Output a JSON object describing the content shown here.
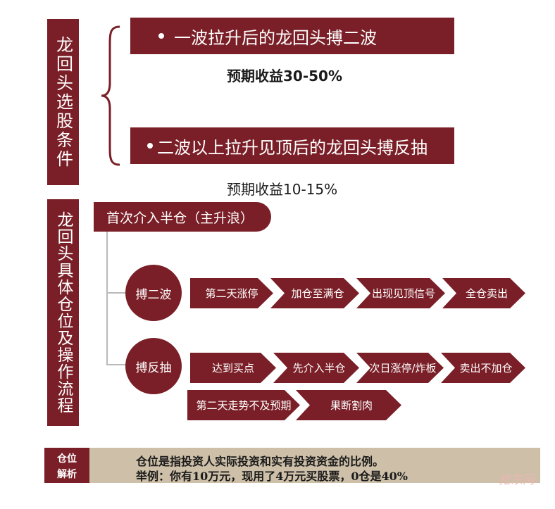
{
  "conditions": {
    "label": "龙回头选股条件",
    "item1": "一波拉升后的龙回头搏二波",
    "return1": "预期收益30-50%",
    "item2": "二波以上拉升见顶后的龙回头搏反抽",
    "return2": "预期收益10-15%"
  },
  "process": {
    "label": "龙回头具体仓位及操作流程",
    "top_step": "首次介入半仓（主升浪）",
    "branch1": {
      "name": "搏二波",
      "steps": [
        "第二天涨停",
        "加仓至满仓",
        "出现见顶信号",
        "全仓卖出"
      ]
    },
    "branch2": {
      "name": "搏反抽",
      "steps": [
        "达到买点",
        "先介入半仓",
        "次日涨停/炸板",
        "卖出不加仓"
      ],
      "alt_steps": [
        "第二天走势不及预期",
        "果断割肉"
      ]
    }
  },
  "footer": {
    "label_line1": "仓位",
    "label_line2": "解析",
    "line1": "仓位是指投资人实际投资和实有投资资金的比例。",
    "line2": "举例：你有10万元，现用了4万元买股票，0仓是40%"
  },
  "watermark": "抢东网",
  "colors": {
    "maroon": "#7a1f27",
    "footer_bg": "#cdbfa8"
  }
}
